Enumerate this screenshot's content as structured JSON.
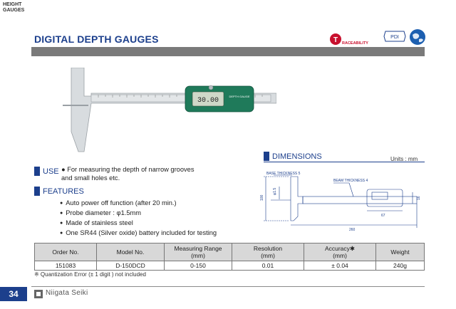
{
  "corner_label": [
    "HEIGHT",
    "GAUGES"
  ],
  "title": "DIGITAL DEPTH GAUGES",
  "badges": {
    "traceability": "RACEABILITY",
    "pdi": "PDI"
  },
  "product_image": {
    "display": "30.00",
    "label": "DEPTH GAUGE"
  },
  "use": {
    "heading": "USE",
    "text": "● For measuring the depth of narrow grooves and small holes etc."
  },
  "features": {
    "heading": "FEATURES",
    "items": [
      "Auto power off function (after 20 min.)",
      "Probe diameter : φ1.5mm",
      "Made of stainless steel",
      "One SR44 (Silver oxide) battery included for testing"
    ]
  },
  "dimensions": {
    "heading": "DIMENSIONS",
    "units": "Units : mm",
    "labels": {
      "base_thickness": "BASE THICKNESS 5",
      "beam_thickness": "BEAM THICKNESS 4",
      "probe": "φ1.5",
      "height": "100",
      "right_h": "16",
      "beam_len": "67",
      "total_len": "260"
    }
  },
  "table": {
    "headers": [
      "Order No.",
      "Model No.",
      "Measuring Range\n(mm)",
      "Resolution\n(mm)",
      "Accuracy✱\n(mm)",
      "Weight"
    ],
    "rows": [
      [
        "151083",
        "D-150DCD",
        "0-150",
        "0.01",
        "± 0.04",
        "240g"
      ]
    ]
  },
  "note": "※ Quantization Error (± 1 digit ) not included",
  "footer": {
    "page": "34",
    "brand": "Niigata Seiki"
  }
}
